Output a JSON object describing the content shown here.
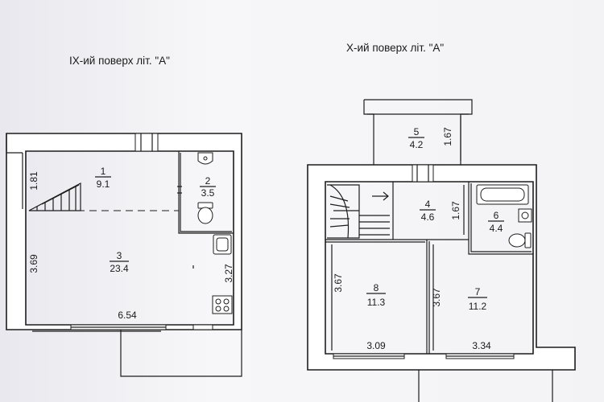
{
  "floor_ix": {
    "title": "IX-ий поверх літ. \"А\"",
    "rooms": [
      {
        "number": "1",
        "area": "9.1"
      },
      {
        "number": "2",
        "area": "3.5"
      },
      {
        "number": "3",
        "area": "23.4"
      }
    ],
    "dimensions": {
      "d1": "1.81",
      "d2": "3.69",
      "d3": "3.27",
      "d4": "6.54"
    }
  },
  "floor_x": {
    "title": "X-ий поверх літ. \"А\"",
    "rooms": [
      {
        "number": "5",
        "area": "4.2"
      },
      {
        "number": "4",
        "area": "4.6"
      },
      {
        "number": "6",
        "area": "4.4"
      },
      {
        "number": "8",
        "area": "11.3"
      },
      {
        "number": "7",
        "area": "11.2"
      }
    ],
    "dimensions": {
      "d1": "1.67",
      "d2": "1.67",
      "d3": "3.67",
      "d4": "3.67",
      "d5": "3.09",
      "d6": "3.34"
    }
  }
}
